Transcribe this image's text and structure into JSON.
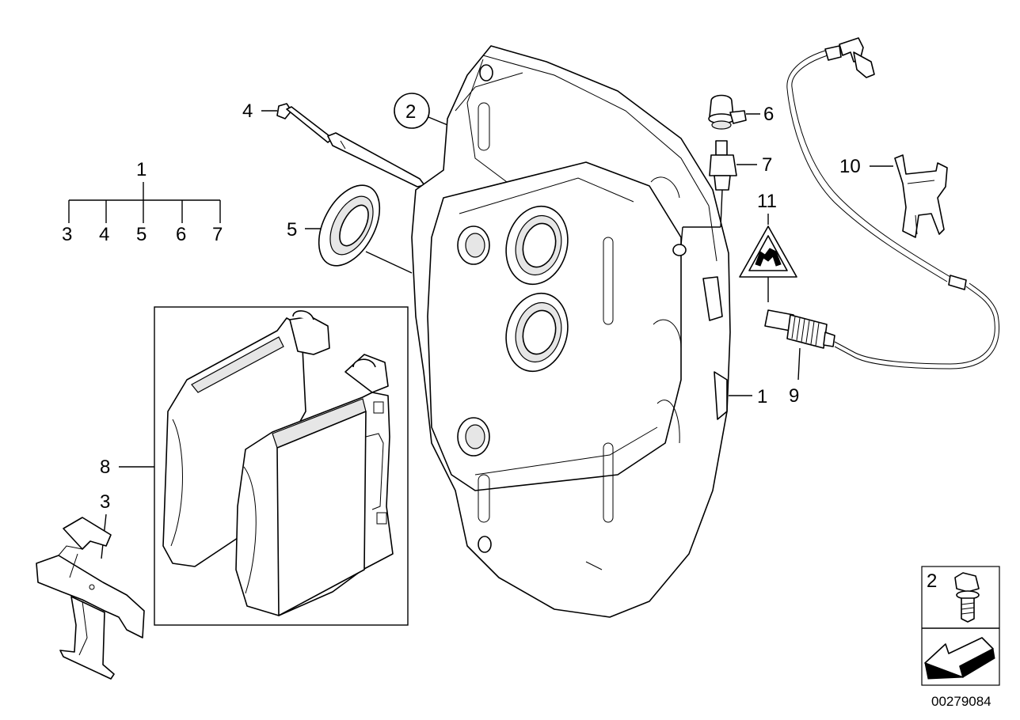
{
  "callouts": {
    "c1_top": "1",
    "c3_left": "3",
    "c4_left": "4",
    "c5_left": "5",
    "c6_left": "6",
    "c7_left": "7",
    "c4": "4",
    "c2_circle": "2",
    "c5": "5",
    "c6": "6",
    "c7": "7",
    "c10": "10",
    "c11": "11",
    "c1_right": "1",
    "c9": "9",
    "c8": "8",
    "c3_clip": "3",
    "c2_box": "2"
  },
  "document_number": "00279084",
  "icons": {
    "warning_triangle": "hot-surface-warning-icon",
    "direction_arrow": "direction-arrow-icon"
  }
}
